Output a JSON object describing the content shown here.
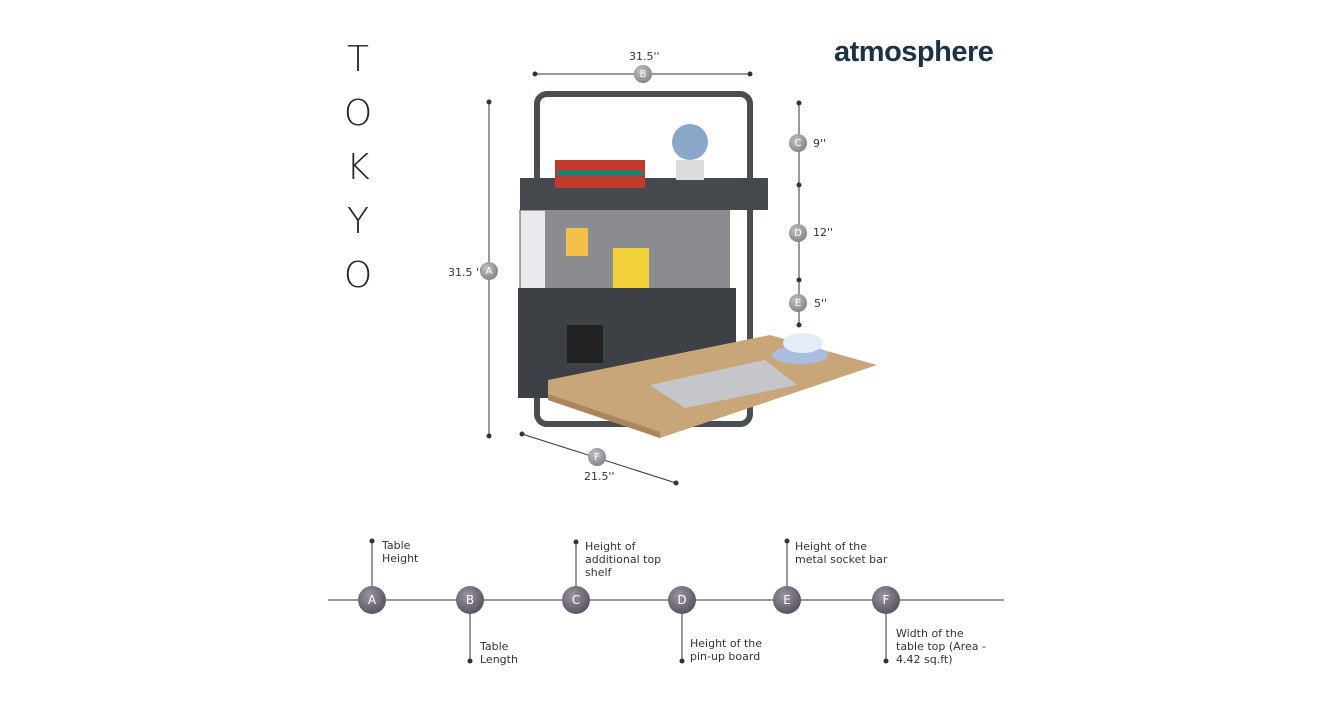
{
  "title_letters": [
    "T",
    "O",
    "K",
    "Y",
    "O"
  ],
  "logo": "atmosphere",
  "dimensions": {
    "A": {
      "letter": "A",
      "value": "31.5 ''"
    },
    "B": {
      "letter": "B",
      "value": "31.5''"
    },
    "C": {
      "letter": "C",
      "value": "9''"
    },
    "D": {
      "letter": "D",
      "value": "12''"
    },
    "E": {
      "letter": "E",
      "value": "5''"
    },
    "F": {
      "letter": "F",
      "value": "21.5''"
    }
  },
  "legend": [
    {
      "letter": "A",
      "label": "Table Height"
    },
    {
      "letter": "B",
      "label": "Table Length"
    },
    {
      "letter": "C",
      "label": "Height of additional top shelf"
    },
    {
      "letter": "D",
      "label": "Height of the pin-up board"
    },
    {
      "letter": "E",
      "label": "Height of the metal socket bar"
    },
    {
      "letter": "F",
      "label": "Width of the table top (Area - 4.42 sq.ft)"
    }
  ]
}
